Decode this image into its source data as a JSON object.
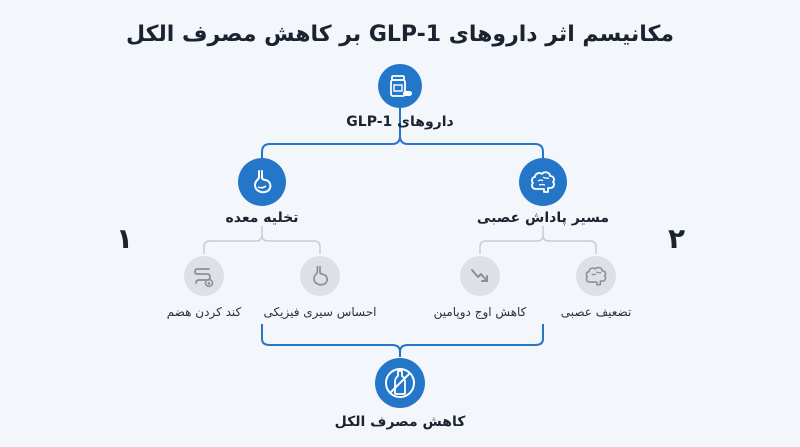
{
  "title": "مکانیسم اثر داروهای GLP-1 بر کاهش مصرف الکل",
  "colors": {
    "primary": "#2476c9",
    "muted_circle": "#dde1e7",
    "muted_line": "#c8ccd3",
    "line": "#2476c9"
  },
  "root": {
    "label": "داروهای GLP-1",
    "icon": "pill-bottle-icon"
  },
  "branches": [
    {
      "number": "۲",
      "label": "مسیر پاداش عصبی",
      "icon": "brain-icon",
      "children": [
        {
          "label": "تضعیف عصبی",
          "icon": "brain-icon"
        },
        {
          "label": "کاهش اوج دوپامین",
          "icon": "trend-down-icon"
        }
      ]
    },
    {
      "number": "۱",
      "label": "تخلیه معده",
      "icon": "stomach-icon",
      "children": [
        {
          "label": "احساس سیری فیزیکی",
          "icon": "stomach-icon"
        },
        {
          "label": "کند کردن هضم",
          "icon": "intestine-icon"
        }
      ]
    }
  ],
  "outcome": {
    "label": "کاهش مصرف الکل",
    "icon": "no-alcohol-icon"
  }
}
